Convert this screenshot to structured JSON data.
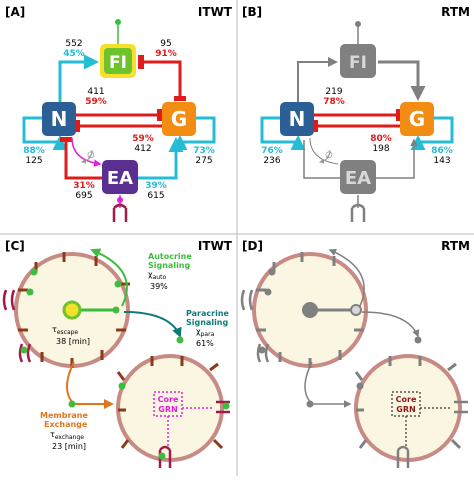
{
  "colors": {
    "blue": "#2b5f95",
    "orange": "#f28c12",
    "purple": "#5a2f91",
    "fi_green": "#6dc22e",
    "fi_yellow": "#f5e02b",
    "red": "#e01b1b",
    "cyan": "#25bcd6",
    "magenta": "#e21fdc",
    "gray": "#808080",
    "cell_fill": "#fbf6e2",
    "cell_border": "#c88a84",
    "green": "#3dbd3d",
    "teal": "#0f7b78",
    "bronze": "#e0771b",
    "dark_red": "#8b1a1a"
  },
  "panels": {
    "A": {
      "tag": "[A]",
      "title": "ITWT",
      "nodes": {
        "fi": "FI",
        "n": "N",
        "g": "G",
        "ea": "EA"
      },
      "labels": {
        "n_fi_count": "552",
        "n_fi_pct": "45%",
        "fi_g_count": "95",
        "fi_g_pct": "91%",
        "n_g_count": "411",
        "n_g_pct": "59%",
        "g_n_pct": "59%",
        "g_n_count": "412",
        "n_loop_pct": "88%",
        "n_loop_count": "125",
        "g_loop_pct": "73%",
        "g_loop_count": "275",
        "ea_n_pct": "31%",
        "ea_n_count": "695",
        "ea_g_pct": "39%",
        "ea_g_count": "615",
        "null_symbol": "∅"
      }
    },
    "B": {
      "tag": "[B]",
      "title": "RTM",
      "nodes": {
        "fi": "FI",
        "n": "N",
        "g": "G",
        "ea": "EA"
      },
      "labels": {
        "n_g_count": "219",
        "n_g_pct": "78%",
        "g_n_pct": "80%",
        "g_n_count": "198",
        "n_loop_pct": "76%",
        "n_loop_count": "236",
        "g_loop_pct": "86%",
        "g_loop_count": "143",
        "null_symbol": "∅"
      }
    },
    "C": {
      "tag": "[C]",
      "title": "ITWT",
      "autocrine": {
        "line1": "Autocrine",
        "line2": "Signaling",
        "chi": "χ",
        "sub": "auto",
        "value": "39%"
      },
      "paracrine": {
        "line1": "Paracrine",
        "line2": "Signaling",
        "chi": "χ",
        "sub": "para",
        "value": "61%"
      },
      "escape": {
        "tau": "τ",
        "sub": "escape",
        "value": "38 [min]"
      },
      "exchange": {
        "line1": "Membrane",
        "line2": "Exchange",
        "tau": "τ",
        "sub": "exchange",
        "value": "23 [min]"
      },
      "grn": {
        "line1": "Core",
        "line2": "GRN"
      }
    },
    "D": {
      "tag": "[D]",
      "title": "RTM",
      "grn": {
        "line1": "Core",
        "line2": "GRN"
      }
    }
  }
}
